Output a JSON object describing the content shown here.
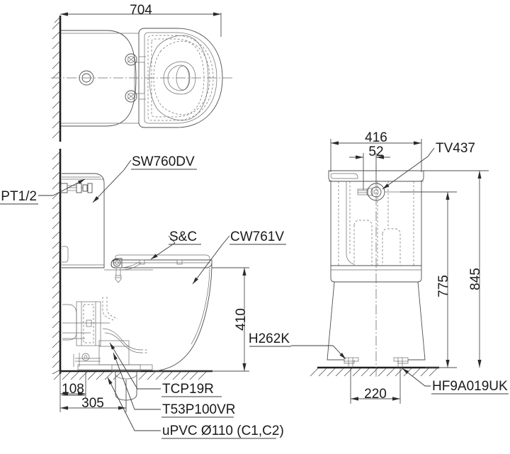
{
  "drawing": {
    "title": "TOTO close-coupled toilet installation drawing",
    "views": [
      {
        "id": "plan-view",
        "name": "Top / plan view"
      },
      {
        "id": "side-view",
        "name": "Left side elevation"
      },
      {
        "id": "rear-view",
        "name": "Rear elevation"
      }
    ]
  },
  "dimensions": {
    "plan_width": "704",
    "seat_height": "410",
    "wall_to_bolt": "108",
    "wall_to_outlet": "305",
    "tank_width": "416",
    "inlet_offset": "52",
    "tank_height": "775",
    "overall_height": "845",
    "bolt_spacing": "220"
  },
  "labels": {
    "water_supply": "PT1/2",
    "tank": "SW760DV",
    "seat_cover": "S&C",
    "bowl": "CW761V",
    "flush_valve": "TV437",
    "p_trap_connector": "TCP19R",
    "floor_flange": "T53P100VR",
    "drain_pipe": "uPVC Ø110 (C1,C2)",
    "floor_bolt": "H262K",
    "fixing_kit": "HF9A019UK"
  },
  "colors": {
    "line": "#4d4d4d",
    "line_dark": "#1f1f1f",
    "text": "#1a1a1a",
    "background": "#ffffff"
  }
}
